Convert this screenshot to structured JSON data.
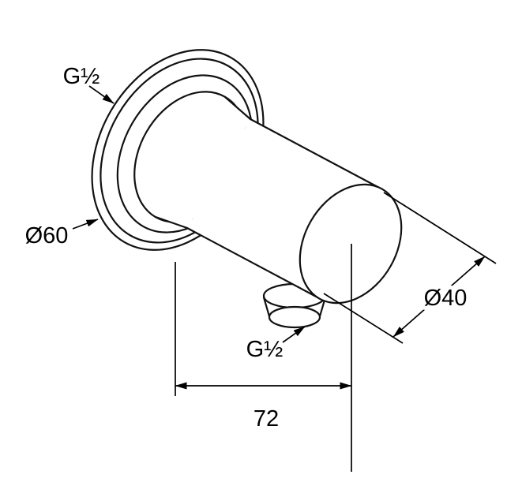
{
  "drawing": {
    "type": "technical-line-drawing",
    "description": "wall-mounted shower outlet elbow, dimensioned spec drawing",
    "colors": {
      "line": "#000000",
      "background": "#ffffff"
    },
    "labels": {
      "thread_top": "G½",
      "flange_diameter": "Ø60",
      "outlet_diameter": "Ø40",
      "outlet_thread": "G½",
      "length": "72"
    }
  }
}
